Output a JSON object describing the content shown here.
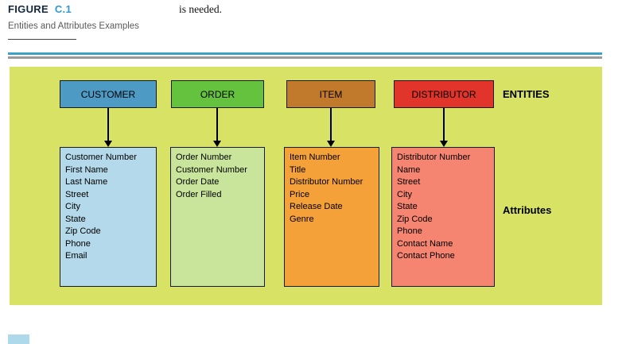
{
  "figure": {
    "label_word": "FIGURE",
    "label_number": "C.1",
    "caption": "Entities and Attributes Examples",
    "body_text": "is needed."
  },
  "labels": {
    "entities": "ENTITIES",
    "attributes": "Attributes"
  },
  "entities": [
    {
      "name": "CUSTOMER",
      "header_color": "#4d9bc5",
      "attr_color": "#b3d9ea",
      "attributes": [
        "Customer Number",
        "First Name",
        "Last Name",
        "Street",
        "City",
        "State",
        "Zip Code",
        "Phone",
        "Email"
      ]
    },
    {
      "name": "ORDER",
      "header_color": "#65c23e",
      "attr_color": "#c9e59b",
      "attributes": [
        "Order Number",
        "Customer Number",
        "Order Date",
        "Order Filled"
      ]
    },
    {
      "name": "ITEM",
      "header_color": "#c17a2b",
      "attr_color": "#f4a139",
      "attributes": [
        "Item Number",
        "Title",
        "Distributor Number",
        "Price",
        "Release Date",
        "Genre"
      ]
    },
    {
      "name": "DISTRIBUTOR",
      "header_color": "#e1342a",
      "attr_color": "#f58570",
      "attributes": [
        "Distributor Number",
        "Name",
        "Street",
        "City",
        "State",
        "Zip Code",
        "Phone",
        "Contact Name",
        "Contact Phone"
      ]
    }
  ],
  "colors": {
    "figure_bg": "#d8e366",
    "rule_top": "#3ba2c6",
    "rule_bottom": "#97999b",
    "figure_number_blue": "#2f99cf",
    "corner_square": "#aed9eb"
  }
}
